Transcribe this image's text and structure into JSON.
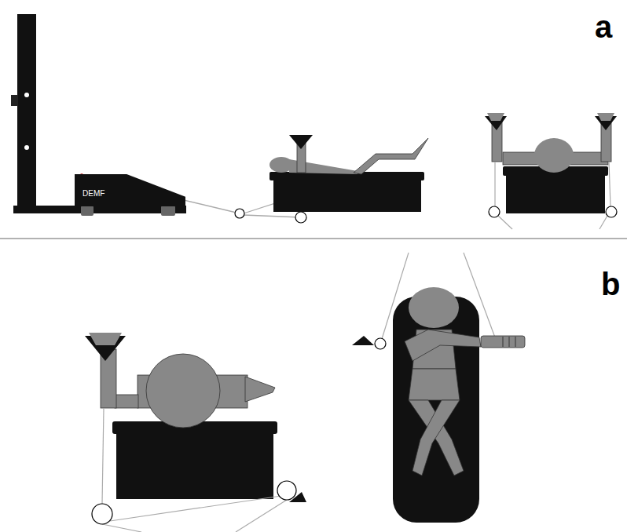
{
  "diagram": {
    "nodes": [
      {
        "text": [
          "DEMF"
        ]
      }
    ],
    "labels": [
      "a",
      "b"
    ]
  }
}
